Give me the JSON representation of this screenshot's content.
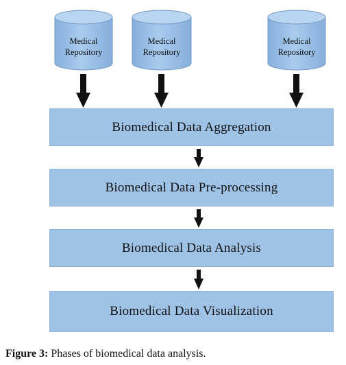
{
  "repositories": [
    {
      "line1": "Medical",
      "line2": "Repository"
    },
    {
      "line1": "Medical",
      "line2": "Repository"
    },
    {
      "line1": "Medical",
      "line2": "Repository"
    }
  ],
  "stages": [
    "Biomedical Data Aggregation",
    "Biomedical Data Pre-processing",
    "Biomedical Data Analysis",
    "Biomedical Data Visualization"
  ],
  "caption": {
    "label": "Figure 3:",
    "text": " Phases of biomedical data analysis."
  },
  "colors": {
    "box_fill": "#9fc3e7",
    "cylinder_fill": "#9fc3e7",
    "arrow": "#111111"
  }
}
